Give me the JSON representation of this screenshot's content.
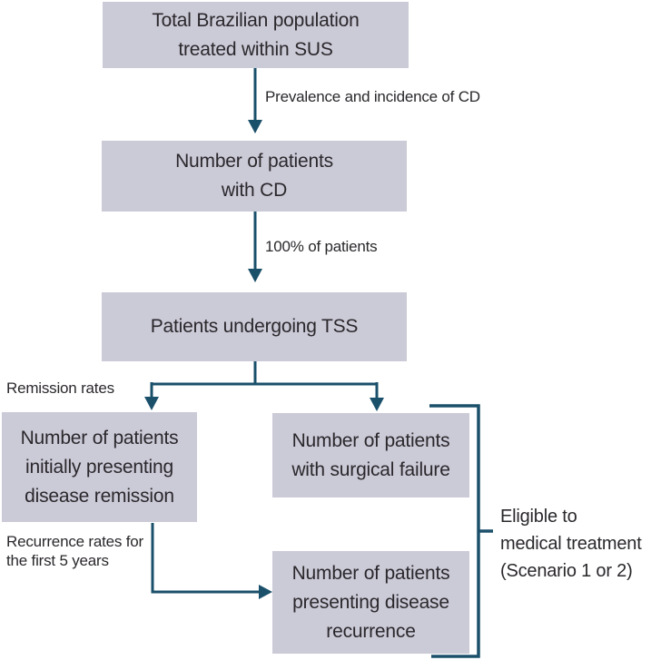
{
  "colors": {
    "accent": "#1b506b",
    "box_fill": "#cbcad7",
    "text": "#2b282c",
    "background": "#ffffff"
  },
  "flowchart": {
    "boxes": {
      "total_population": "Total Brazilian population\ntreated within SUS",
      "patients_cd": "Number of patients\nwith CD",
      "patients_tss": "Patients undergoing TSS",
      "disease_remission": "Number of patients\ninitially presenting\ndisease remission",
      "surgical_failure": "Number of patients\nwith surgical failure",
      "disease_recurrence": "Number of patients\npresenting disease\nrecurrence"
    },
    "edge_labels": {
      "prevalence": "Prevalence and incidence of CD",
      "percent_patients": "100% of patients",
      "remission_rates": "Remission rates",
      "recurrence_rates": "Recurrence rates for\nthe first 5 years"
    },
    "bracket_label": "Eligible to\nmedical treatment\n(Scenario 1 or 2)"
  }
}
